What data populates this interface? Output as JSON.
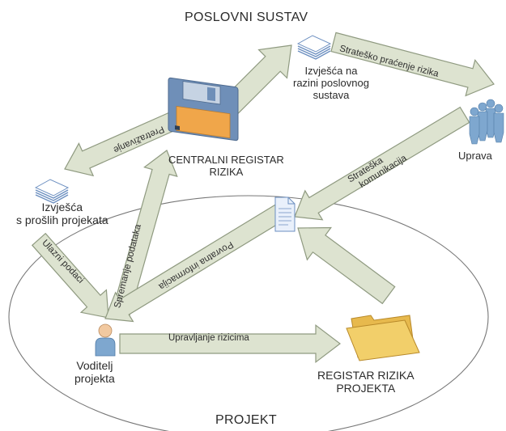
{
  "labels": {
    "business_system": "POSLOVNI SUSTAV",
    "project": "PROJEKT",
    "central_register": [
      "CENTRALNI REGISTAR",
      "RIZIKA"
    ],
    "reports_business": [
      "Izvješća na",
      "razini poslovnog",
      "sustava"
    ],
    "management": "Uprava",
    "past_reports": [
      "Izvješća",
      "s prošlih projekata"
    ],
    "project_manager": [
      "Voditelj",
      "projekta"
    ],
    "project_register": [
      "REGISTAR RIZIKA",
      "PROJEKTA"
    ]
  },
  "arrows": {
    "search": "Pretraživanje",
    "strategic_monitoring": "Strateško praćenje rizika",
    "strategic_communication": [
      "Strateška",
      "komunikacija"
    ],
    "input_data": "Ulazni podaci",
    "saving_data": "Spremanje podataka",
    "feedback": "Povratna informacija",
    "risk_management": "Upravljanje rizicima"
  },
  "colors": {
    "arrow_fill": "#dde3d0",
    "arrow_stroke": "#8f9a80",
    "ellipse_stroke": "#777777",
    "person_blue": "#7ea7cf",
    "folder_yellow": "#f2cf6a",
    "disk_orange": "#f0a64a"
  },
  "icons": {
    "central_register": "floppy-disk-icon",
    "reports": "document-stack-icon",
    "management": "people-group-icon",
    "project_manager": "person-icon",
    "project_register": "folder-icon",
    "report_doc": "document-icon"
  }
}
